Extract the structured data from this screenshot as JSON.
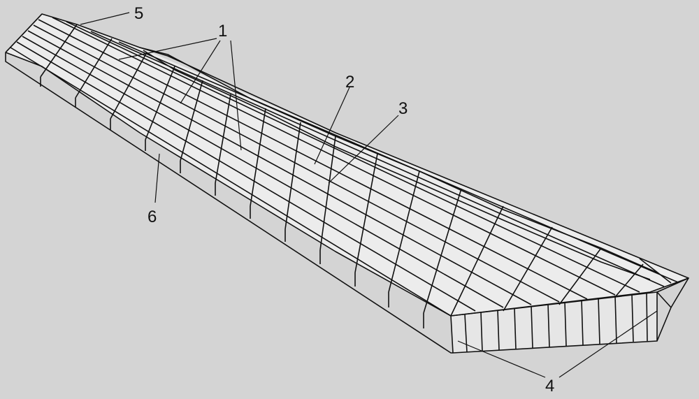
{
  "labels": {
    "l1": "1",
    "l2": "2",
    "l3": "3",
    "l4": "4",
    "l5": "5",
    "l6": "6"
  },
  "colors": {
    "background": "#d4d4d4",
    "surface": "#ececec",
    "line": "#111111"
  }
}
